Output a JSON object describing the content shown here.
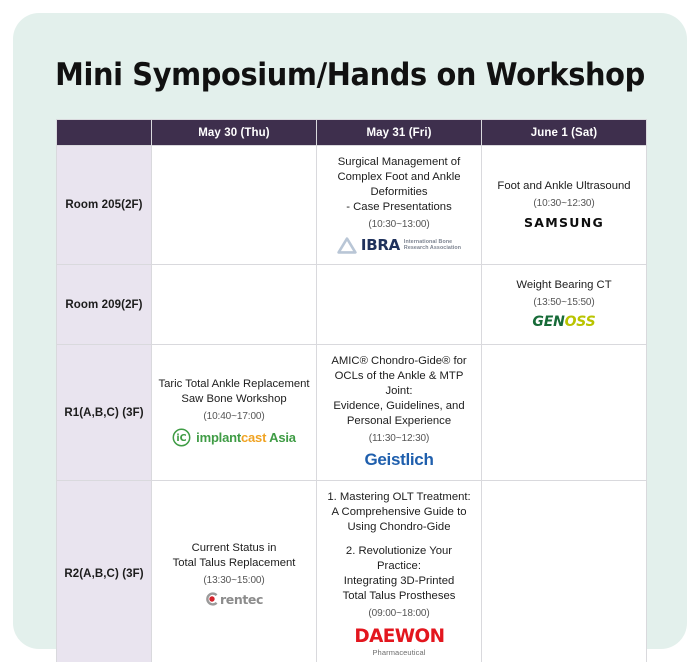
{
  "page": {
    "title": "Mini Symposium/Hands on Workshop",
    "card_color": "#e3f0ec",
    "header_color": "#3e2f4d",
    "rowhead_color": "#e9e4ef"
  },
  "table": {
    "corner_label": "",
    "columns": [
      {
        "label": ""
      },
      {
        "label": "May 30 (Thu)"
      },
      {
        "label": "May 31 (Fri)"
      },
      {
        "label": "June 1 (Sat)"
      }
    ],
    "rows": [
      {
        "room": "Room 205(2F)",
        "cells": [
          {
            "empty": true
          },
          {
            "blocks": [
              "Surgical Management of\nComplex Foot and Ankle\nDeformities\n- Case Presentations"
            ],
            "time": "(10:30~13:00)",
            "logo": "ibra"
          },
          {
            "blocks": [
              "Foot and Ankle Ultrasound"
            ],
            "time": "(10:30~12:30)",
            "logo": "samsung"
          }
        ]
      },
      {
        "room": "Room 209(2F)",
        "cells": [
          {
            "empty": true
          },
          {
            "empty": true
          },
          {
            "blocks": [
              "Weight Bearing CT"
            ],
            "time": "(13:50~15:50)",
            "logo": "genoss"
          }
        ]
      },
      {
        "room": "R1(A,B,C) (3F)",
        "cells": [
          {
            "blocks": [
              "Taric Total Ankle Replacement\nSaw Bone Workshop"
            ],
            "time": "(10:40~17:00)",
            "logo": "implantcast"
          },
          {
            "blocks": [
              "AMIC® Chondro-Gide® for\nOCLs of the Ankle & MTP Joint:\nEvidence, Guidelines, and\nPersonal Experience"
            ],
            "time": "(11:30~12:30)",
            "logo": "geistlich"
          },
          {
            "empty": true
          }
        ]
      },
      {
        "room": "R2(A,B,C) (3F)",
        "cells": [
          {
            "blocks": [
              "Current Status in\nTotal Talus Replacement"
            ],
            "time": "(13:30~15:00)",
            "logo": "corentec"
          },
          {
            "blocks": [
              "1. Mastering OLT Treatment:\nA Comprehensive Guide to\nUsing Chondro-Gide",
              "2. Revolutionize Your Practice:\nIntegrating 3D-Printed\nTotal Talus Prostheses"
            ],
            "time": "(09:00~18:00)",
            "logo": "daewon"
          },
          {
            "empty": true
          }
        ]
      }
    ]
  },
  "logos": {
    "ibra": {
      "word": "IBRA",
      "sub_line1": "International Bone",
      "sub_line2": "Research Association",
      "mark_color": "#b9c6d6",
      "word_color": "#20325c"
    },
    "samsung": {
      "word": "SAMSUNG",
      "color": "#0d0d0d"
    },
    "genoss": {
      "part1": "GEN",
      "part2": "OSS",
      "color1": "#176b38",
      "color2": "#b9c400"
    },
    "implantcast": {
      "mark_text": "iC",
      "part1": "implant",
      "part2": "cast",
      "part3": " Asia",
      "color1": "#3f9c45",
      "color2": "#f0a323"
    },
    "geistlich": {
      "word": "Geistlich",
      "color": "#1f5fad"
    },
    "corentec": {
      "word": "rentec",
      "dot_color": "#d4232c",
      "ring_color": "#9a9a9a",
      "text_color": "#8c8c8c"
    },
    "daewon": {
      "word": "Daewon",
      "sub": "Pharmaceutical",
      "color": "#e3161e"
    }
  }
}
